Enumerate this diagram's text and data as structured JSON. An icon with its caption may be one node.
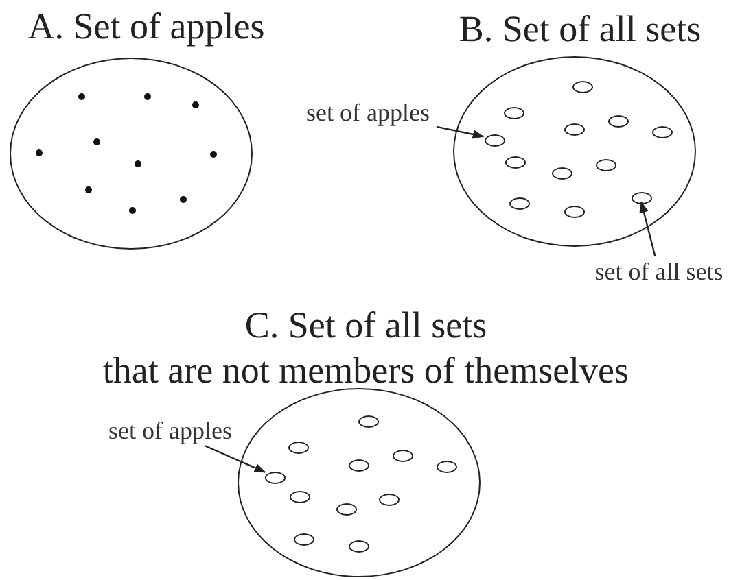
{
  "diagram": {
    "nodes": [
      {
        "text": [
          "A. Set of apples"
        ]
      },
      {
        "text": [
          "B. Set of all sets"
        ]
      },
      {
        "text": [
          "set of apples"
        ]
      },
      {
        "text": [],
        "shape": "circle",
        "in": 1
      },
      {
        "text": [],
        "shape": "circle",
        "in": 1
      },
      {
        "text": [],
        "shape": "circle",
        "in": 1
      },
      {
        "text": [],
        "shape": "circle",
        "in": 1
      },
      {
        "text": [],
        "shape": "circle",
        "in": 1
      },
      {
        "text": [],
        "shape": "circle",
        "in": 1
      },
      {
        "text": [],
        "shape": "circle",
        "in": 1
      },
      {
        "text": [],
        "shape": "circle",
        "in": 1
      },
      {
        "text": [],
        "shape": "circle",
        "in": 1
      },
      {
        "text": [],
        "shape": "circle",
        "in": 1
      },
      {
        "text": [],
        "shape": "circle",
        "in": 1
      },
      {
        "text": [],
        "shape": "circle",
        "in": 1
      },
      {
        "text": [
          "set of all sets"
        ]
      },
      {
        "text": [
          "C. Set of all sets",
          "that are not members of themselves"
        ]
      },
      {
        "text": [
          "set of apples"
        ]
      },
      {
        "text": [],
        "shape": "circle",
        "in": 16
      },
      {
        "text": [],
        "shape": "circle",
        "in": 16
      },
      {
        "text": [],
        "shape": "circle",
        "in": 16
      },
      {
        "text": [],
        "shape": "circle",
        "in": 16
      },
      {
        "text": [],
        "shape": "circle",
        "in": 16
      },
      {
        "text": [],
        "shape": "circle",
        "in": 16
      },
      {
        "text": [],
        "shape": "circle",
        "in": 16
      },
      {
        "text": [],
        "shape": "circle",
        "in": 16
      },
      {
        "text": [],
        "shape": "circle",
        "in": 16
      },
      {
        "text": [],
        "shape": "circle",
        "in": 16
      },
      {
        "text": [],
        "shape": "circle",
        "in": 16
      }
    ],
    "edges": [
      {
        "from": 2,
        "to": 8,
        "arrow": "to"
      },
      {
        "from": 15,
        "to": 12,
        "arrow": "to"
      },
      {
        "from": 17,
        "to": 23,
        "arrow": "to"
      }
    ]
  }
}
